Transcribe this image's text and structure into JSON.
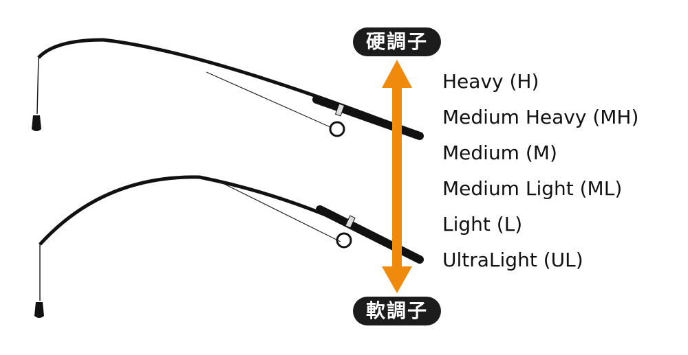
{
  "top_label": "硬調子",
  "bottom_label": "軟調子",
  "arrow_color": "#f08a0c",
  "ratings": [
    "Heavy (H)",
    "Medium Heavy (MH)",
    "Medium (M)",
    "Medium Light (ML)",
    "Light (L)",
    "UltraLight (UL)"
  ]
}
